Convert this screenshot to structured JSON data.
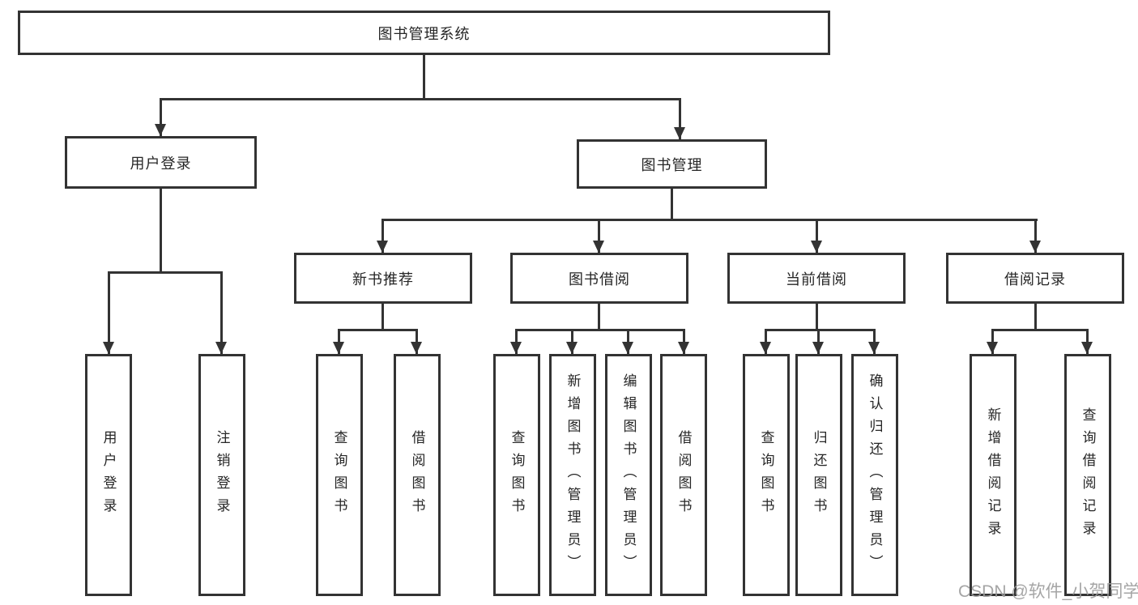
{
  "colors": {
    "line": "#333333",
    "box_border": "#333333",
    "text": "#262626",
    "watermark": "#9b9b9b",
    "background": "#ffffff"
  },
  "watermark": "CSDN @软件_小贺同学",
  "tree": {
    "label": "图书管理系统",
    "children": [
      {
        "label": "用户登录",
        "children": [
          {
            "label": "用户登录"
          },
          {
            "label": "注销登录"
          }
        ]
      },
      {
        "label": "图书管理",
        "children": [
          {
            "label": "新书推荐",
            "children": [
              {
                "label": "查询图书"
              },
              {
                "label": "借阅图书"
              }
            ]
          },
          {
            "label": "图书借阅",
            "children": [
              {
                "label": "查询图书"
              },
              {
                "label": "新增图书（管理员）"
              },
              {
                "label": "编辑图书（管理员）"
              },
              {
                "label": "借阅图书"
              }
            ]
          },
          {
            "label": "当前借阅",
            "children": [
              {
                "label": "查询图书"
              },
              {
                "label": "归还图书"
              },
              {
                "label": "确认归还（管理员）"
              }
            ]
          },
          {
            "label": "借阅记录",
            "children": [
              {
                "label": "新增借阅记录"
              },
              {
                "label": "查询借阅记录"
              }
            ]
          }
        ]
      }
    ]
  }
}
